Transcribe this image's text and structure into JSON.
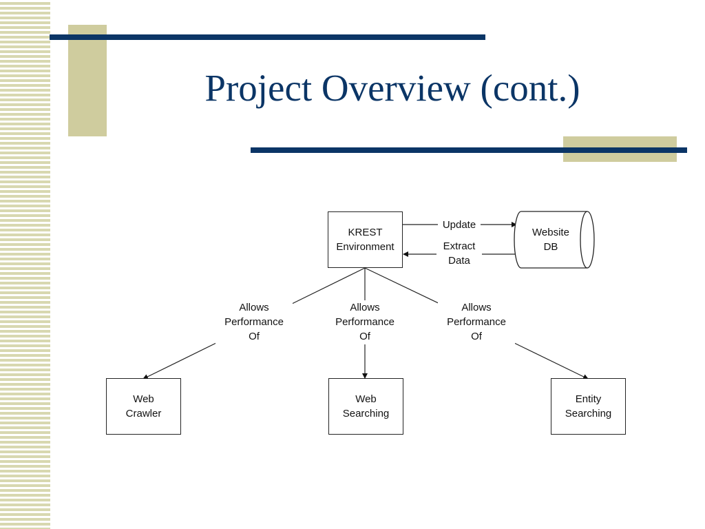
{
  "slide": {
    "title": "Project Overview (cont.)"
  },
  "diagram": {
    "nodes": {
      "krest": [
        "KREST",
        "Environment"
      ],
      "website_db": [
        "Website",
        "DB"
      ],
      "web_crawler": [
        "Web",
        "Crawler"
      ],
      "web_searching": [
        "Web",
        "Searching"
      ],
      "entity_searching": [
        "Entity",
        "Searching"
      ]
    },
    "edges": {
      "update": "Update",
      "extract_data": [
        "Extract",
        "Data"
      ],
      "allows_left": [
        "Allows",
        "Performance",
        "Of"
      ],
      "allows_mid": [
        "Allows",
        "Performance",
        "Of"
      ],
      "allows_right": [
        "Allows",
        "Performance",
        "Of"
      ]
    }
  },
  "colors": {
    "navy": "#0b3566",
    "khaki": "#cfcc9e"
  }
}
